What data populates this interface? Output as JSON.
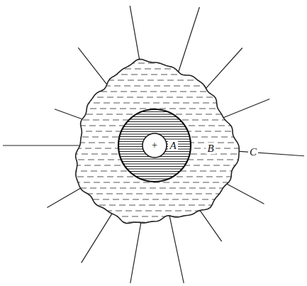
{
  "diagram": {
    "nodes": [
      {
        "text": [
          "B"
        ]
      },
      {
        "text": [
          "A"
        ],
        "in": 0
      },
      {
        "text": [
          "+"
        ],
        "in": 1
      }
    ],
    "labels": [
      "C"
    ]
  }
}
